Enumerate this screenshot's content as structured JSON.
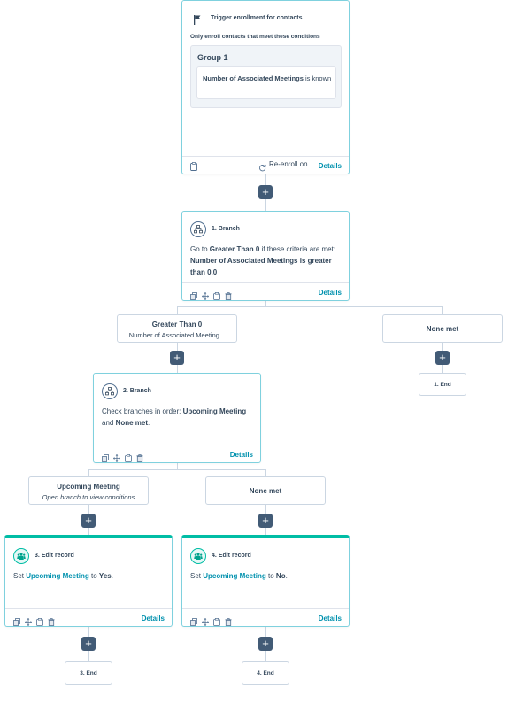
{
  "trigger": {
    "title": "Trigger enrollment for contacts",
    "subtitle": "Only enroll contacts that meet these conditions",
    "group_title": "Group 1",
    "condition_property": "Number of Associated Meetings",
    "condition_op": " is known",
    "reenroll_label": "Re-enroll on",
    "details_label": "Details"
  },
  "branch1": {
    "title": "1. Branch",
    "pre": "Go to ",
    "target": "Greater Than 0",
    "mid": " if these criteria are met:",
    "criteria": "Number of Associated Meetings is greater than 0.0",
    "details_label": "Details"
  },
  "branch1_options": {
    "greater": {
      "title": "Greater Than 0",
      "subtitle": "Number of Associated Meeting..."
    },
    "none": {
      "title": "None met"
    }
  },
  "end1": "1. End",
  "branch2": {
    "title": "2. Branch",
    "pre": "Check branches in order: ",
    "b1": "Upcoming Meeting",
    "mid": " and ",
    "b2": "None met",
    "post": ".",
    "details_label": "Details"
  },
  "branch2_options": {
    "upcoming": {
      "title": "Upcoming Meeting",
      "subtitle": "Open branch to view conditions"
    },
    "none": {
      "title": "None met"
    }
  },
  "edit3": {
    "title": "3. Edit record",
    "pre": "Set ",
    "property": "Upcoming Meeting",
    "mid": " to ",
    "value": "Yes",
    "post": ".",
    "details_label": "Details"
  },
  "edit4": {
    "title": "4. Edit record",
    "pre": "Set ",
    "property": "Upcoming Meeting",
    "mid": " to ",
    "value": "No",
    "post": ".",
    "details_label": "Details"
  },
  "end3": "3. End",
  "end4": "4. End",
  "plus_symbol": "+"
}
